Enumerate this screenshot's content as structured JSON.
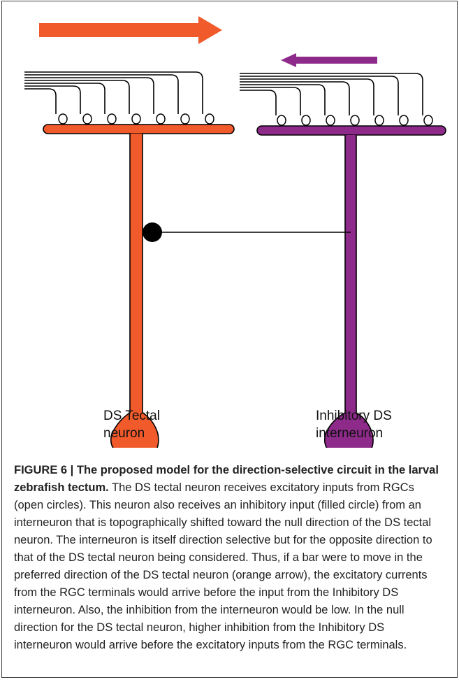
{
  "figure": {
    "labels": {
      "left_neuron": "DS Tectal\nneuron",
      "right_neuron": "Inhibitory DS\ninterneuron"
    },
    "colors": {
      "ds_neuron": "#f15a2b",
      "interneuron": "#8e2a8a",
      "stroke": "#000000"
    },
    "elements": {
      "left_arrow_direction": "right",
      "right_arrow_direction": "left",
      "open_circle_count_per_neuron": 7,
      "input_line_count_per_neuron": 7
    }
  },
  "caption": {
    "title": "FIGURE 6 | The proposed model for the direction-selective circuit in the larval zebrafish tectum.",
    "body": " The DS tectal neuron receives excitatory inputs from RGCs (open circles). This neuron also receives an inhibitory input (filled circle) from an interneuron that is topographically shifted toward the null direction of the DS tectal neuron. The interneuron is itself direction selective but for the opposite direction to that of the DS tectal neuron being considered. Thus, if a bar were to move in the preferred direction of the DS tectal neuron (orange arrow), the excitatory currents from the RGC terminals would arrive before the input from the Inhibitory DS interneuron. Also, the inhibition from the interneuron would be low. In the null direction for the DS tectal neuron, higher inhibition from the Inhibitory DS interneuron would arrive before the excitatory inputs from the RGC terminals."
  }
}
